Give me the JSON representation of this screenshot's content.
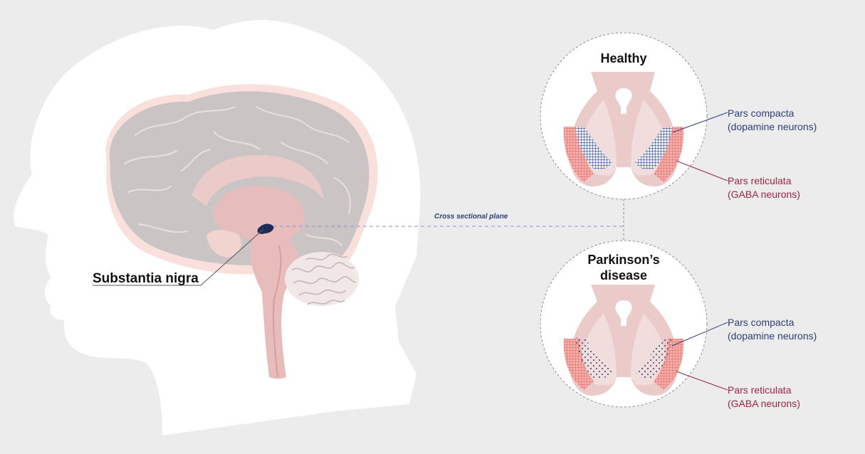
{
  "labels": {
    "substantia_nigra": "Substantia nigra",
    "cross_sectional_plane": "Cross sectional plane",
    "healthy_title": "Healthy",
    "parkinsons_title_line1": "Parkinson’s",
    "parkinsons_title_line2": "disease",
    "healthy_compacta_1": "Pars compacta",
    "healthy_compacta_2": "(dopamine neurons)",
    "healthy_reticulata_1": "Pars reticulata",
    "healthy_reticulata_2": "(GABA neurons)",
    "pd_compacta_1": "Pars compacta",
    "pd_compacta_2": "(dopamine neurons)",
    "pd_reticulata_1": "Pars reticulata",
    "pd_reticulata_2": "(GABA neurons)"
  },
  "colors": {
    "background": "#ececec",
    "head_fill": "#ffffff",
    "brain_gray": "#cbc4c4",
    "brain_halo": "#f9e0dd",
    "midbrain_pink": "#ebcaca",
    "midbrain_light": "#f2dddd",
    "dopamine_blue": "#2e3f76",
    "gaba_red": "#9c2444",
    "reticulata_fill": "#ee9494"
  }
}
